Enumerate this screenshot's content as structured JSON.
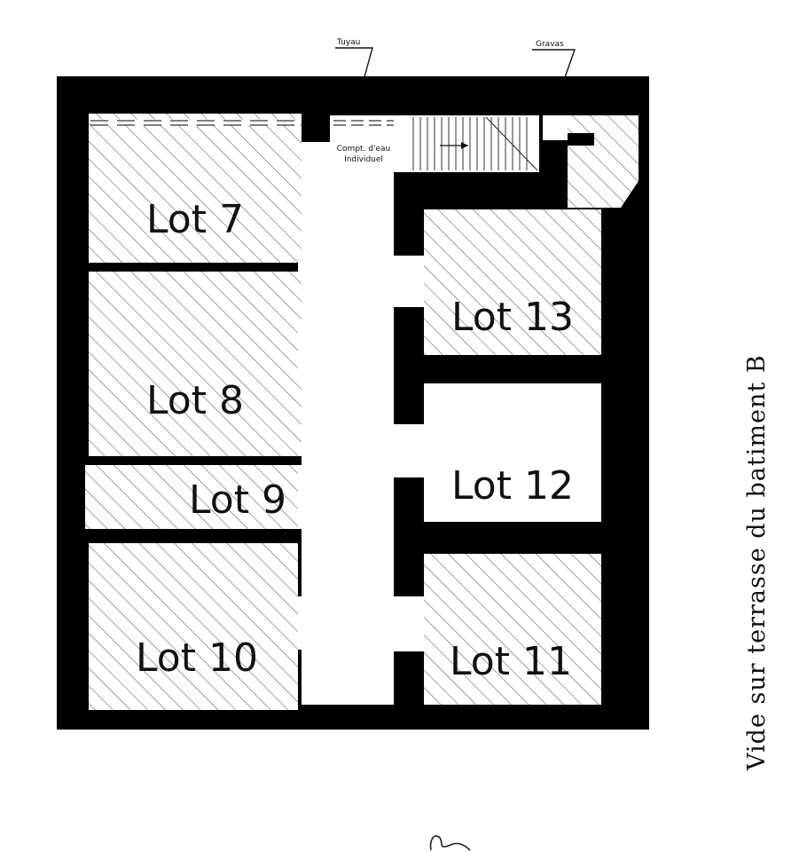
{
  "annotations": {
    "tuyau": "Tuyau",
    "gravas": "Gravas",
    "meter_line1": "Compt. d'eau",
    "meter_line2": "Individuel"
  },
  "lots": [
    {
      "id": "lot-7",
      "label": "Lot  7",
      "hatched": true
    },
    {
      "id": "lot-8",
      "label": "Lot  8",
      "hatched": true
    },
    {
      "id": "lot-9",
      "label": "Lot  9",
      "hatched": true
    },
    {
      "id": "lot-10",
      "label": "Lot  10",
      "hatched": true
    },
    {
      "id": "lot-11",
      "label": "Lot  11",
      "hatched": true
    },
    {
      "id": "lot-12",
      "label": "Lot  12",
      "hatched": false
    },
    {
      "id": "lot-13",
      "label": "Lot  13",
      "hatched": true
    }
  ],
  "side_caption": "Vide sur terrasse du batiment B",
  "colors": {
    "wall": "#000000",
    "hatch": "#222222",
    "background": "#ffffff"
  }
}
